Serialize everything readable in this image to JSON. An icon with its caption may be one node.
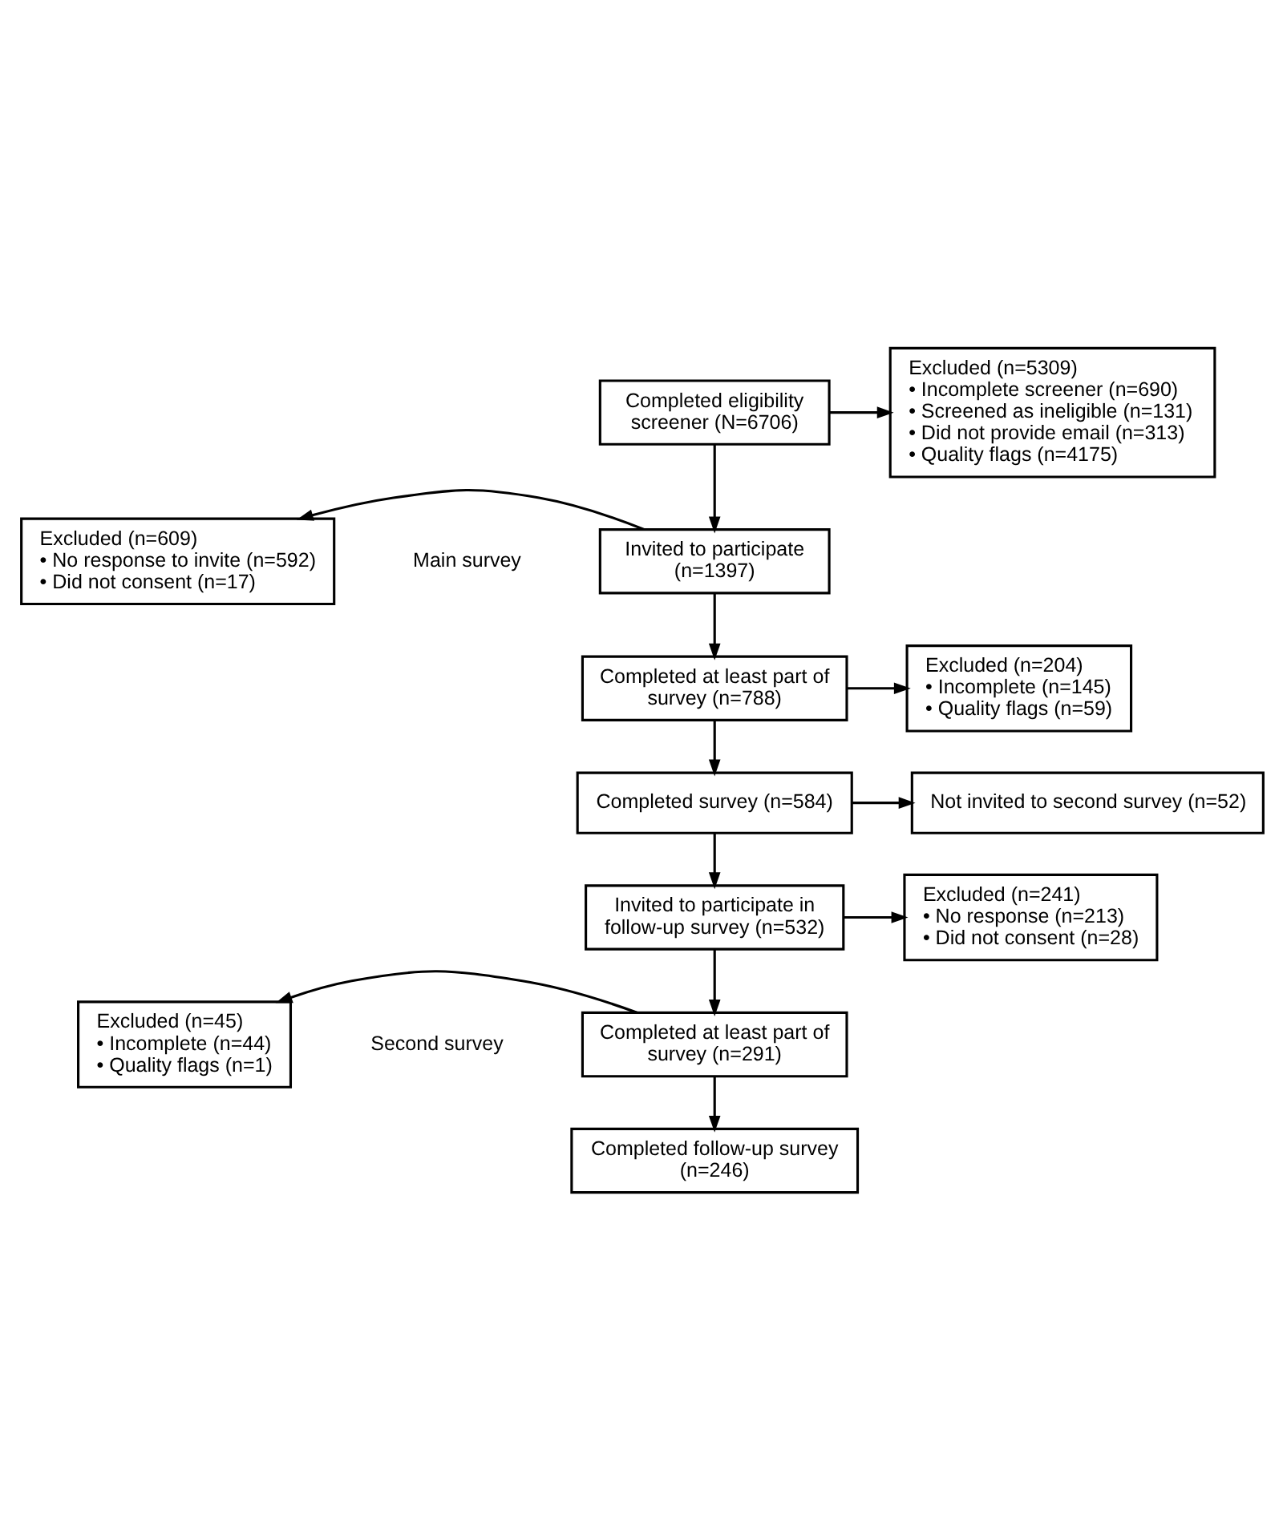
{
  "diagram": {
    "nodes": [
      {
        "text": [
          "Completed eligibility screener (N=6706)"
        ]
      },
      {
        "text": [
          "Excluded (n=5309)",
          "• Incomplete screener (n=690)",
          "• Screened as ineligible (n=131)",
          "• Did not provide email (n=313)",
          "• Quality flags (n=4175)"
        ]
      },
      {
        "text": [
          "Invited to participate (n=1397)"
        ]
      },
      {
        "text": [
          "Excluded (n=609)",
          "• No response to invite (n=592)",
          "• Did not consent (n=17)"
        ]
      },
      {
        "text": [
          "Completed at least part of survey (n=788)"
        ]
      },
      {
        "text": [
          "Excluded (n=204)",
          "• Incomplete (n=145)",
          "• Quality flags (n=59)"
        ]
      },
      {
        "text": [
          "Completed survey (n=584)"
        ]
      },
      {
        "text": [
          "Not invited to second survey (n=52)"
        ]
      },
      {
        "text": [
          "Invited to participate in follow-up survey (n=532)"
        ]
      },
      {
        "text": [
          "Excluded (n=241)",
          "• No response (n=213)",
          "• Did not consent (n=28)"
        ]
      },
      {
        "text": [
          "Completed at least part of survey (n=291)"
        ]
      },
      {
        "text": [
          "Excluded (n=45)",
          "• Incomplete (n=44)",
          "• Quality flags (n=1)"
        ]
      },
      {
        "text": [
          "Completed follow-up survey (n=246)"
        ]
      }
    ],
    "edges": [
      {
        "from": 0,
        "to": 2,
        "arrow": "to"
      },
      {
        "from": 0,
        "to": 1,
        "arrow": "to"
      },
      {
        "from": 2,
        "to": 4,
        "arrow": "to"
      },
      {
        "from": 2,
        "to": 3,
        "arrow": "to"
      },
      {
        "from": 4,
        "to": 6,
        "arrow": "to"
      },
      {
        "from": 4,
        "to": 5,
        "arrow": "to"
      },
      {
        "from": 6,
        "to": 8,
        "arrow": "to"
      },
      {
        "from": 6,
        "to": 7,
        "arrow": "to"
      },
      {
        "from": 8,
        "to": 10,
        "arrow": "to"
      },
      {
        "from": 8,
        "to": 9,
        "arrow": "to"
      },
      {
        "from": 10,
        "to": 12,
        "arrow": "to"
      },
      {
        "from": 10,
        "to": 11,
        "arrow": "to"
      }
    ],
    "labels": [
      "Main survey",
      "Second survey"
    ]
  }
}
